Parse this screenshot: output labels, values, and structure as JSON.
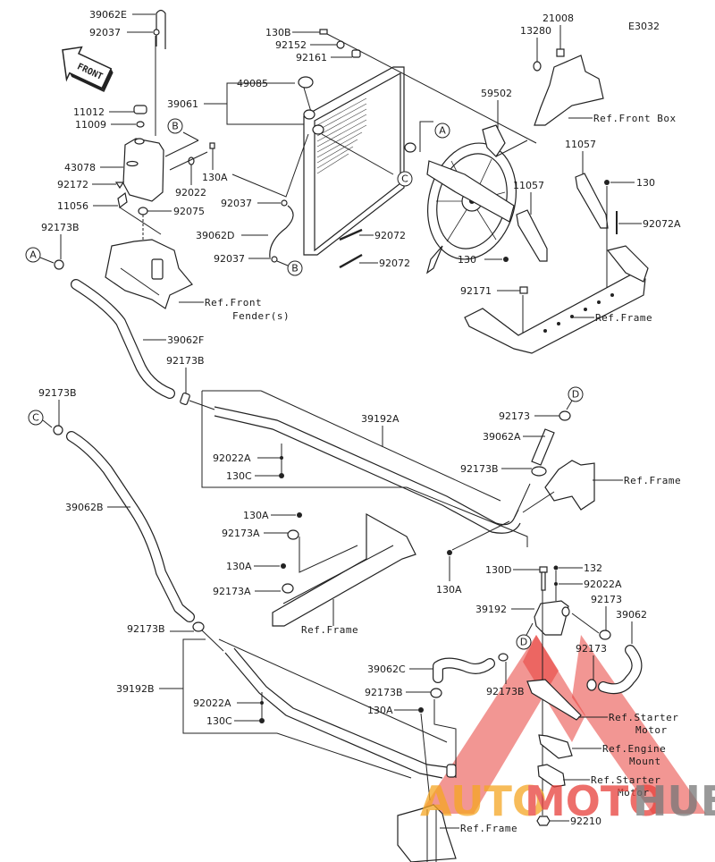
{
  "diagram": {
    "code": "E3032",
    "front_arrow_label": "FRONT",
    "labels": {
      "p39062E": "39062E",
      "p92037_top": "92037",
      "p11012": "11012",
      "p11009": "11009",
      "p43078": "43078",
      "p92172": "92172",
      "p11056": "11056",
      "p92022": "92022",
      "p130A_tank": "130A",
      "p92075": "92075",
      "p39061": "39061",
      "p49085": "49085",
      "p130B": "130B",
      "p92152": "92152",
      "p92161": "92161",
      "p92037_mid": "92037",
      "p39062D": "39062D",
      "p92037_low": "92037",
      "p92072_a": "92072",
      "p92072_b": "92072",
      "p59502": "59502",
      "p21008": "21008",
      "p13280": "13280",
      "p11057_right": "11057",
      "p11057_left": "11057",
      "p130_right": "130",
      "p92072A": "92072A",
      "p130_fan": "130",
      "p92171": "92171",
      "p92173B_A": "92173B",
      "p39062F": "39062F",
      "p92173B_mid": "92173B",
      "p92173B_C": "92173B",
      "p39192A": "39192A",
      "p92022A_upper": "92022A",
      "p130C_upper": "130C",
      "p39062B": "39062B",
      "p92173_D": "92173",
      "p39062A": "39062A",
      "p92173B_right": "92173B",
      "p130A_upper": "130A",
      "p92173A_upper": "92173A",
      "p130A_lower": "130A",
      "p92173A_lower": "92173A",
      "p130A_center": "130A",
      "p130D": "130D",
      "p132": "132",
      "p92022A_right": "92022A",
      "p39192": "39192",
      "p92173_right1": "92173",
      "p39062": "39062",
      "p92173_right2": "92173",
      "p92173B_lowleft": "92173B",
      "p39192B": "39192B",
      "p92022A_lower": "92022A",
      "p130C_lower": "130C",
      "p39062C": "39062C",
      "p92173B_low": "92173B",
      "p92173B_low2": "92173B",
      "p130A_bottom": "130A",
      "p92210": "92210"
    },
    "references": {
      "front_box": "Ref.Front Box",
      "front_fender_1": "Ref.Front",
      "front_fender_2": "Fender(s)",
      "frame_top": "Ref.Frame",
      "frame_right": "Ref.Frame",
      "frame_mid": "Ref.Frame",
      "frame_bottom": "Ref.Frame",
      "starter_motor_1a": "Ref.Starter",
      "starter_motor_1b": "Motor",
      "engine_mount_a": "Ref.Engine",
      "engine_mount_b": "Mount",
      "starter_motor_2a": "Ref.Starter",
      "starter_motor_2b": "Motor"
    },
    "connectors": {
      "A": "A",
      "B": "B",
      "C": "C",
      "D": "D"
    }
  },
  "watermark": {
    "text_auto": "AUTO",
    "text_moto": "MOTO",
    "text_hub": "HUB",
    "color_auto": "#f5a623",
    "color_moto": "#e8403a",
    "color_hub": "#777777"
  }
}
